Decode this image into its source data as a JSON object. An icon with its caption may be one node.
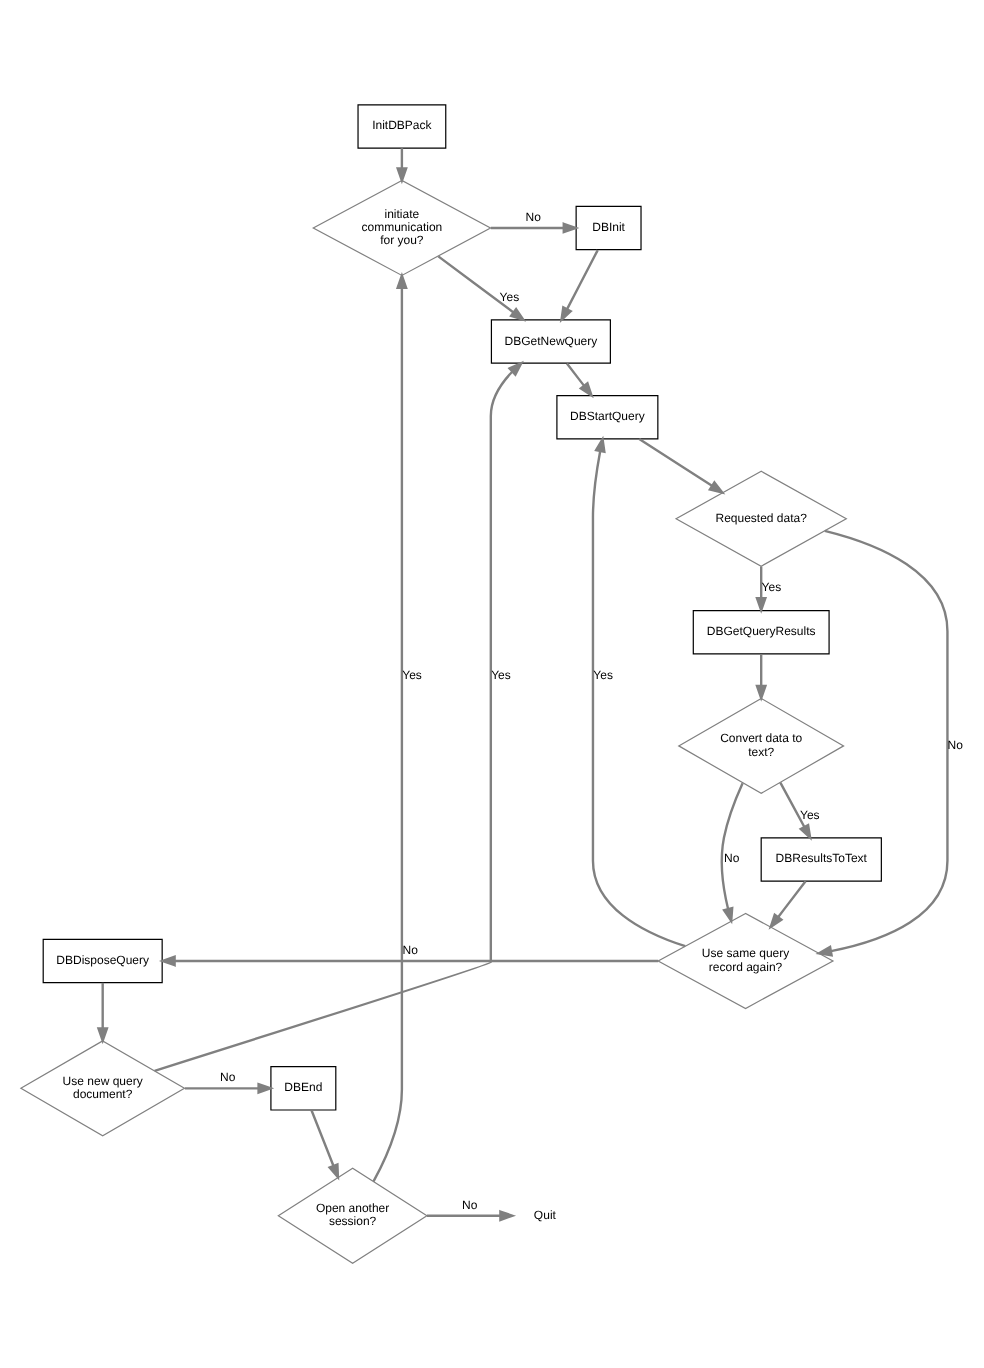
{
  "diagram": {
    "nodes": [
      {
        "text": [
          "InitDBPack"
        ]
      },
      {
        "text": [
          "initiate communication for you?"
        ]
      },
      {
        "text": [
          "DBInit"
        ]
      },
      {
        "text": [
          "DBGetNewQuery"
        ]
      },
      {
        "text": [
          "DBStartQuery"
        ]
      },
      {
        "text": [
          "Requested data?"
        ]
      },
      {
        "text": [
          "DBGetQueryResults"
        ]
      },
      {
        "text": [
          "Convert data to text?"
        ]
      },
      {
        "text": [
          "DBResultsToText"
        ]
      },
      {
        "text": [
          "Use same query record again?"
        ]
      },
      {
        "text": [
          "DBDisposeQuery"
        ]
      },
      {
        "text": [
          "Use new query document?"
        ]
      },
      {
        "text": [
          "DBEnd"
        ]
      },
      {
        "text": [
          "Open another session?"
        ]
      },
      {
        "text": [
          "Quit"
        ]
      }
    ],
    "edges": [
      {
        "from": 0,
        "to": 1,
        "arrow": "to"
      },
      {
        "from": 1,
        "to": 2,
        "arrow": "to",
        "label": "No"
      },
      {
        "from": 2,
        "to": 3,
        "arrow": "to"
      },
      {
        "from": 1,
        "to": 3,
        "arrow": "to",
        "label": "Yes"
      },
      {
        "from": 3,
        "to": 4,
        "arrow": "to"
      },
      {
        "from": 4,
        "to": 5,
        "arrow": "to"
      },
      {
        "from": 5,
        "to": 6,
        "arrow": "to",
        "label": "Yes"
      },
      {
        "from": 5,
        "to": 9,
        "arrow": "to",
        "label": "No"
      },
      {
        "from": 6,
        "to": 7,
        "arrow": "to"
      },
      {
        "from": 7,
        "to": 8,
        "arrow": "to",
        "label": "Yes"
      },
      {
        "from": 7,
        "to": 9,
        "arrow": "to",
        "label": "No"
      },
      {
        "from": 8,
        "to": 9,
        "arrow": "to"
      },
      {
        "from": 9,
        "to": 4,
        "arrow": "to",
        "label": "Yes"
      },
      {
        "from": 9,
        "to": 10,
        "arrow": "to",
        "label": "No"
      },
      {
        "from": 10,
        "to": 11,
        "arrow": "to"
      },
      {
        "from": 11,
        "to": 3,
        "arrow": "to",
        "label": "Yes"
      },
      {
        "from": 11,
        "to": 12,
        "arrow": "to",
        "label": "No"
      },
      {
        "from": 12,
        "to": 13,
        "arrow": "to"
      },
      {
        "from": 13,
        "to": 1,
        "arrow": "to",
        "label": "Yes"
      },
      {
        "from": 13,
        "to": 14,
        "arrow": "to",
        "label": "No"
      }
    ]
  }
}
